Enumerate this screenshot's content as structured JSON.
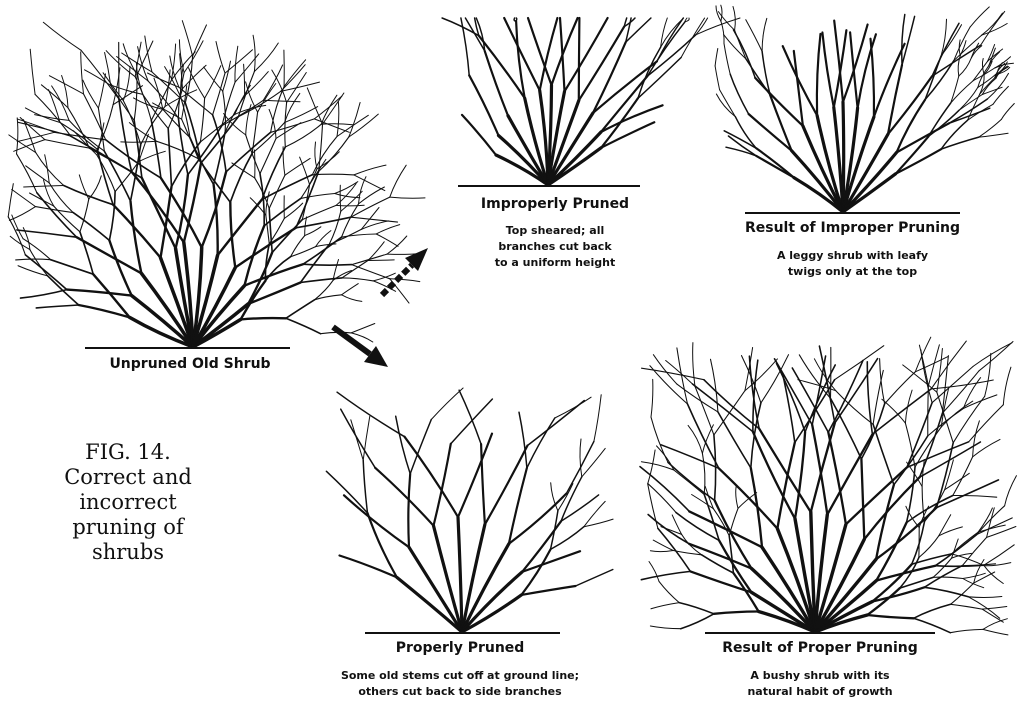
{
  "figure": {
    "number": "FIG. 14.",
    "caption_line1": "Correct and",
    "caption_line2": "incorrect",
    "caption_line3": "pruning of",
    "caption_line4": "shrubs"
  },
  "panels": {
    "unpruned": {
      "title": "Unpruned Old Shrub"
    },
    "improperly_pruned": {
      "title": "Improperly Pruned",
      "line1": "Top sheared; all",
      "line2": "branches cut back",
      "line3": "to a uniform height"
    },
    "result_improper": {
      "title": "Result of Improper Pruning",
      "line1": "A leggy shrub with leafy",
      "line2": "twigs only at the top"
    },
    "properly_pruned": {
      "title": "Properly Pruned",
      "line1": "Some old stems cut off at ground line;",
      "line2": "others cut back to side branches"
    },
    "result_proper": {
      "title": "Result of Proper Pruning",
      "line1": "A bushy shrub with its",
      "line2": "natural habit of growth"
    }
  }
}
